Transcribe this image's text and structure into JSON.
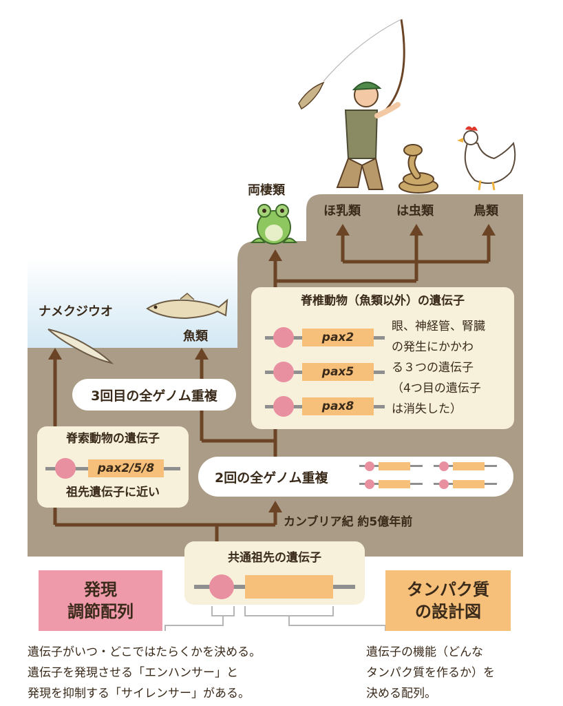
{
  "labels": {
    "namekujiuo": "ナメクジウオ",
    "fish": "魚類",
    "amphibian": "両棲類",
    "mammal": "ほ乳類",
    "reptile": "は虫類",
    "bird": "鳥類",
    "cambrian": "カンブリア紀 約5億年前"
  },
  "events": {
    "third_wgd": "3回目の全ゲノム重複",
    "second_wgd": "2回の全ゲノム重複"
  },
  "chordate_box": {
    "title": "脊索動物の遺伝子",
    "gene": "pax2/5/8",
    "note": "祖先遺伝子に近い"
  },
  "vertebrate_box": {
    "title": "脊椎動物（魚類以外）の遺伝子",
    "genes": [
      "pax2",
      "pax5",
      "pax8"
    ],
    "note_lines": [
      "眼、神経管、腎臓",
      "の発生にかかわ",
      "る３つの遺伝子",
      "（4つ目の遺伝子",
      "は消失した）"
    ]
  },
  "ancestor_box": {
    "title": "共通祖先の遺伝子"
  },
  "regulatory": {
    "title_lines": [
      "発現",
      "調節配列"
    ],
    "desc_lines": [
      "遺伝子がいつ・どこではたらくかを決める。",
      "遺伝子を発現させる「エンハンサー」と",
      "発現を抑制する「サイレンサー」がある。"
    ],
    "color": "#ef9aaa"
  },
  "protein": {
    "title_lines": [
      "タンパク質",
      "の設計図"
    ],
    "desc_lines": [
      "遺伝子の機能（どんな",
      "タンパク質を作るか）を",
      "決める配列。"
    ],
    "color": "#f6bf7a"
  },
  "colors": {
    "ground": "#aa9c86",
    "sky": "#d9ecf6",
    "arrow": "#6b4426",
    "cream": "#f7f1dc"
  }
}
